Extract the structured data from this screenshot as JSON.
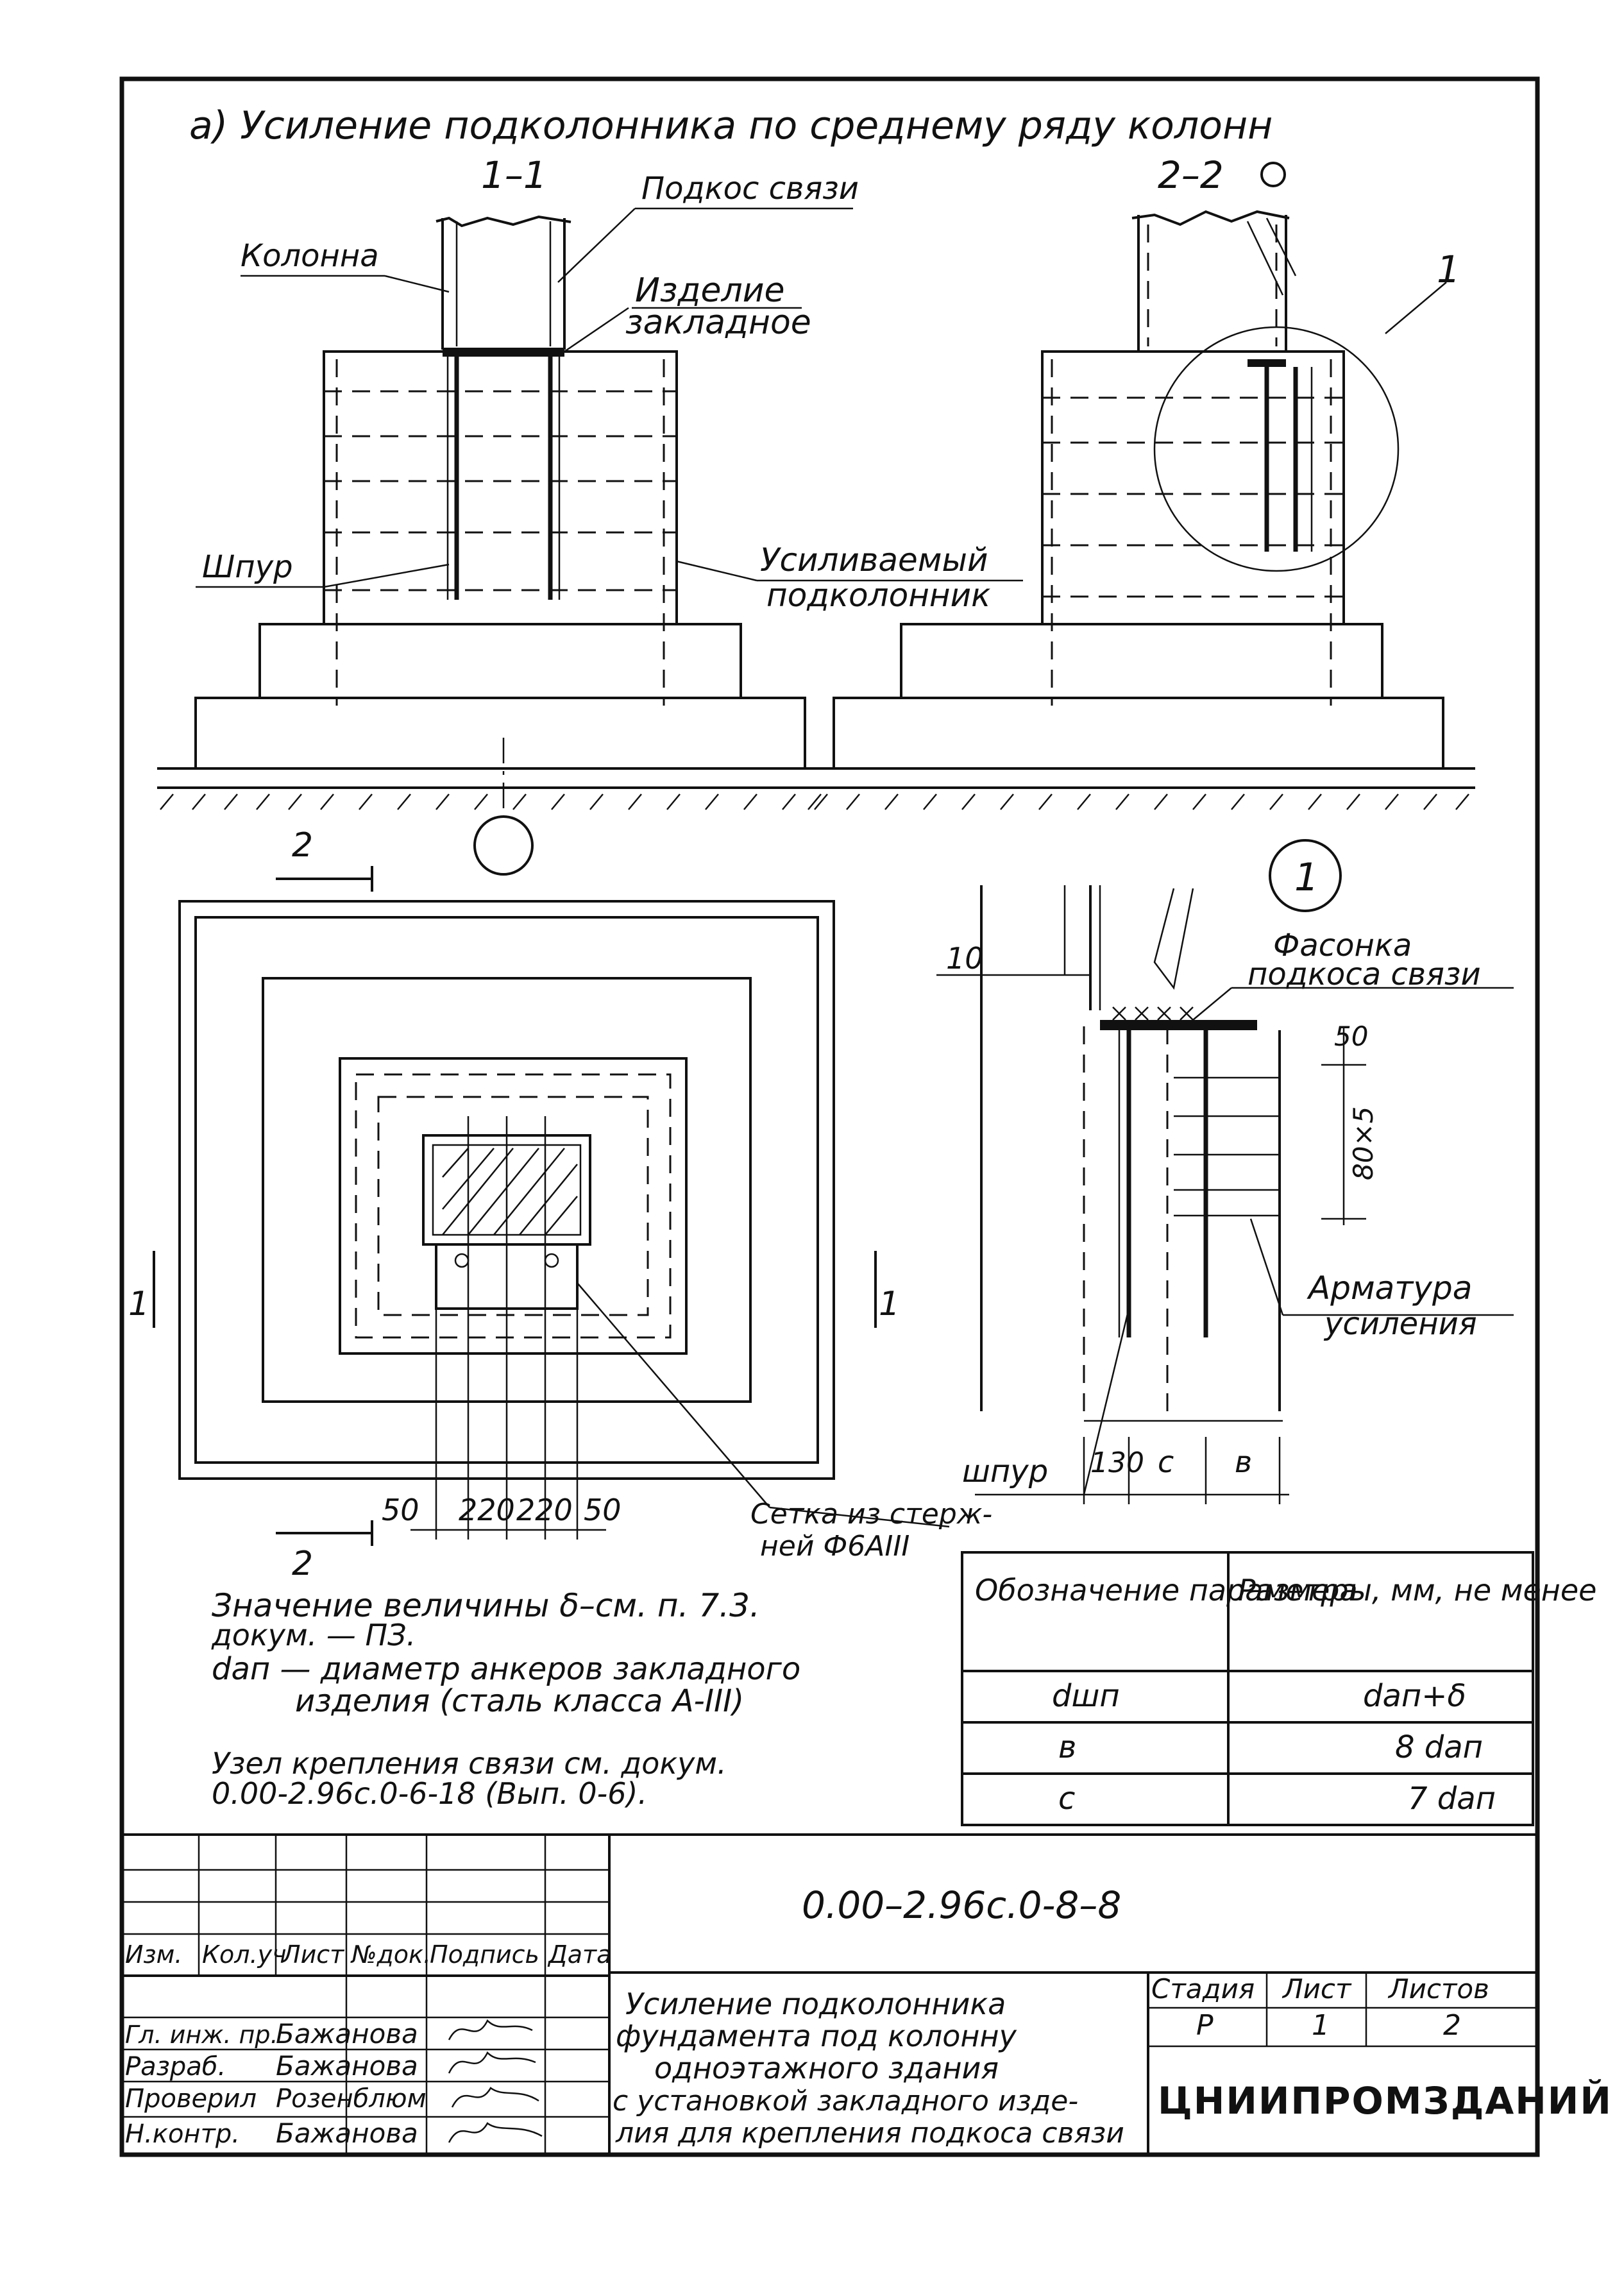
{
  "header": {
    "title": "а) Усиление подколонника по среднему ряду колонн",
    "section_1": "1–1",
    "section_2": "2–2",
    "node_ref": "1"
  },
  "callouts": {
    "kolonna": "Колонна",
    "podkos": "Подкос связи",
    "izdelie_1": "Изделие",
    "izdelie_2": "закладное",
    "shpur": "Шпур",
    "usil_1": "Усиливаемый",
    "usil_2": "подколонник",
    "fasonka_1": "Фасонка",
    "fasonka_2": "подкоса связи",
    "armatura_1": "Арматура",
    "armatura_2": "усиления",
    "setka_1": "Сетка из стерж-",
    "setka_2": "ней Ф6АIII",
    "shpur_node": "шпур",
    "dim_10": "10",
    "dim_50": "50",
    "dim_80x5": "80×5",
    "dim_130": "130",
    "dim_c": "с",
    "dim_b": "в",
    "plan_dims": [
      "50",
      "220",
      "220",
      "50"
    ],
    "cut_2": "2",
    "cut_1": "1"
  },
  "notes": [
    "Значение величины δ–см. п. 7.3.",
    "докум. — ПЗ.",
    "dап — диаметр анкеров закладного",
    "изделия (сталь класса А-III)",
    "Узел крепления связи  см. докум.",
    "0.00-2.96с.0-6-18  (Вып. 0-6)."
  ],
  "param_table": {
    "headers": [
      "Обозначение параметра",
      "Размеры, мм, не менее"
    ],
    "rows": [
      [
        "dшп",
        "dап+δ"
      ],
      [
        "в",
        "8 dап"
      ],
      [
        "с",
        "7 dап"
      ]
    ]
  },
  "title_block": {
    "doc_code": "0.00–2.96с.0-8–8",
    "col_headers": [
      "Изм.",
      "Кол.уч",
      "Лист",
      "№док.",
      "Подпись",
      "Дата"
    ],
    "roles": [
      {
        "role": "Гл. инж. пр.",
        "name": "Бажанова"
      },
      {
        "role": "Разраб.",
        "name": "Бажанова"
      },
      {
        "role": "Проверил",
        "name": "Розенблюм"
      },
      {
        "role": "Н.контр.",
        "name": "Бажанова"
      }
    ],
    "description": [
      "Усиление подколонника",
      "фундамента под колонну",
      "одноэтажного здания",
      "с установкой закладного изде-",
      "лия для крепления подкоса связи"
    ],
    "stage_headers": [
      "Стадия",
      "Лист",
      "Листов"
    ],
    "stage_values": [
      "Р",
      "1",
      "2"
    ],
    "org": "ЦНИИПРОМЗДАНИЙ"
  }
}
